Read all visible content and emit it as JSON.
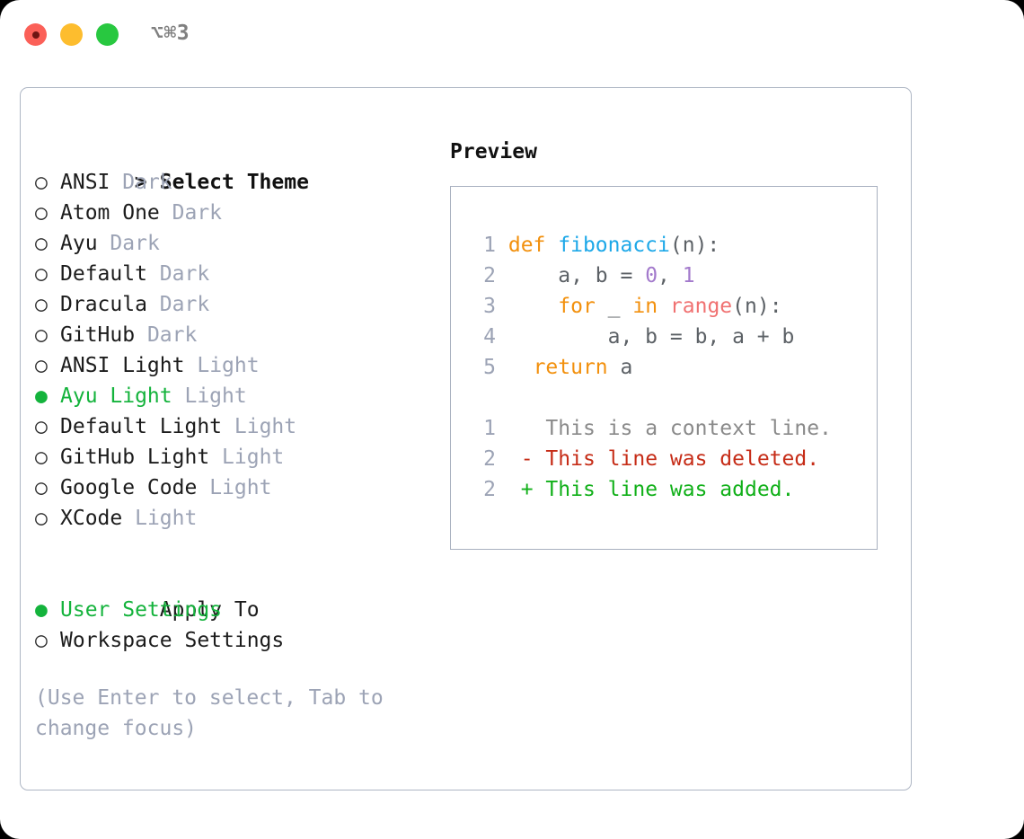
{
  "window": {
    "shortcut_label": "⌥⌘3",
    "traffic_lights": [
      {
        "name": "close",
        "color": "#FB6058"
      },
      {
        "name": "minimize",
        "color": "#FDBD2E"
      },
      {
        "name": "maximize",
        "color": "#28C840"
      }
    ]
  },
  "theme_panel": {
    "header": {
      "caret": ">",
      "title": "Select Theme"
    },
    "items": [
      {
        "marker": "○",
        "label": "ANSI",
        "suffix": "Dark",
        "selected": false
      },
      {
        "marker": "○",
        "label": "Atom One",
        "suffix": "Dark",
        "selected": false
      },
      {
        "marker": "○",
        "label": "Ayu",
        "suffix": "Dark",
        "selected": false
      },
      {
        "marker": "○",
        "label": "Default",
        "suffix": "Dark",
        "selected": false
      },
      {
        "marker": "○",
        "label": "Dracula",
        "suffix": "Dark",
        "selected": false
      },
      {
        "marker": "○",
        "label": "GitHub",
        "suffix": "Dark",
        "selected": false
      },
      {
        "marker": "○",
        "label": "ANSI Light",
        "suffix": "Light",
        "selected": false
      },
      {
        "marker": "●",
        "label": "Ayu Light",
        "suffix": "Light",
        "selected": true
      },
      {
        "marker": "○",
        "label": "Default Light",
        "suffix": "Light",
        "selected": false
      },
      {
        "marker": "○",
        "label": "GitHub Light",
        "suffix": "Light",
        "selected": false
      },
      {
        "marker": "○",
        "label": "Google Code",
        "suffix": "Light",
        "selected": false
      },
      {
        "marker": "○",
        "label": "XCode",
        "suffix": "Light",
        "selected": false
      }
    ]
  },
  "apply_to": {
    "title": "Apply To",
    "items": [
      {
        "marker": "●",
        "label": "User Settings",
        "selected": true
      },
      {
        "marker": "○",
        "label": "Workspace Settings",
        "selected": false
      }
    ]
  },
  "hint": "(Use Enter to select, Tab to change focus)",
  "preview": {
    "title": "Preview",
    "code_lines": [
      {
        "number": "1",
        "tokens": [
          {
            "text": "def ",
            "kind": "kw"
          },
          {
            "text": "fibonacci",
            "kind": "fn"
          },
          {
            "text": "(n):",
            "kind": "pn"
          }
        ]
      },
      {
        "number": "2",
        "tokens": [
          {
            "text": "    a, b = ",
            "kind": "pn"
          },
          {
            "text": "0",
            "kind": "num"
          },
          {
            "text": ", ",
            "kind": "pn"
          },
          {
            "text": "1",
            "kind": "num"
          }
        ]
      },
      {
        "number": "3",
        "tokens": [
          {
            "text": "    ",
            "kind": "pn"
          },
          {
            "text": "for",
            "kind": "kw"
          },
          {
            "text": " _ ",
            "kind": "pn"
          },
          {
            "text": "in",
            "kind": "kw"
          },
          {
            "text": " ",
            "kind": "pn"
          },
          {
            "text": "range",
            "kind": "bi"
          },
          {
            "text": "(n):",
            "kind": "pn"
          }
        ]
      },
      {
        "number": "4",
        "tokens": [
          {
            "text": "        a, b = b, a + b",
            "kind": "pn"
          }
        ]
      },
      {
        "number": "5",
        "tokens": [
          {
            "text": "  ",
            "kind": "pn"
          },
          {
            "text": "return",
            "kind": "kw"
          },
          {
            "text": " a",
            "kind": "pn"
          }
        ]
      }
    ],
    "diff_lines": [
      {
        "number": "1",
        "sign": " ",
        "text": "This is a context line.",
        "kind": "context"
      },
      {
        "number": "2",
        "sign": "-",
        "text": "This line was deleted.",
        "kind": "deleted"
      },
      {
        "number": "2",
        "sign": "+",
        "text": "This line was added.",
        "kind": "added"
      }
    ]
  },
  "colors": {
    "accent_green": "#14B33C",
    "muted_gray": "#9CA3B5",
    "keyword_orange": "#F2900D",
    "function_blue": "#1DA8E8",
    "number_purple": "#A37ACC",
    "builtin_red": "#F07171",
    "diff_deleted": "#C62C17",
    "diff_added": "#11B019",
    "panel_border": "#AEB6C4"
  }
}
